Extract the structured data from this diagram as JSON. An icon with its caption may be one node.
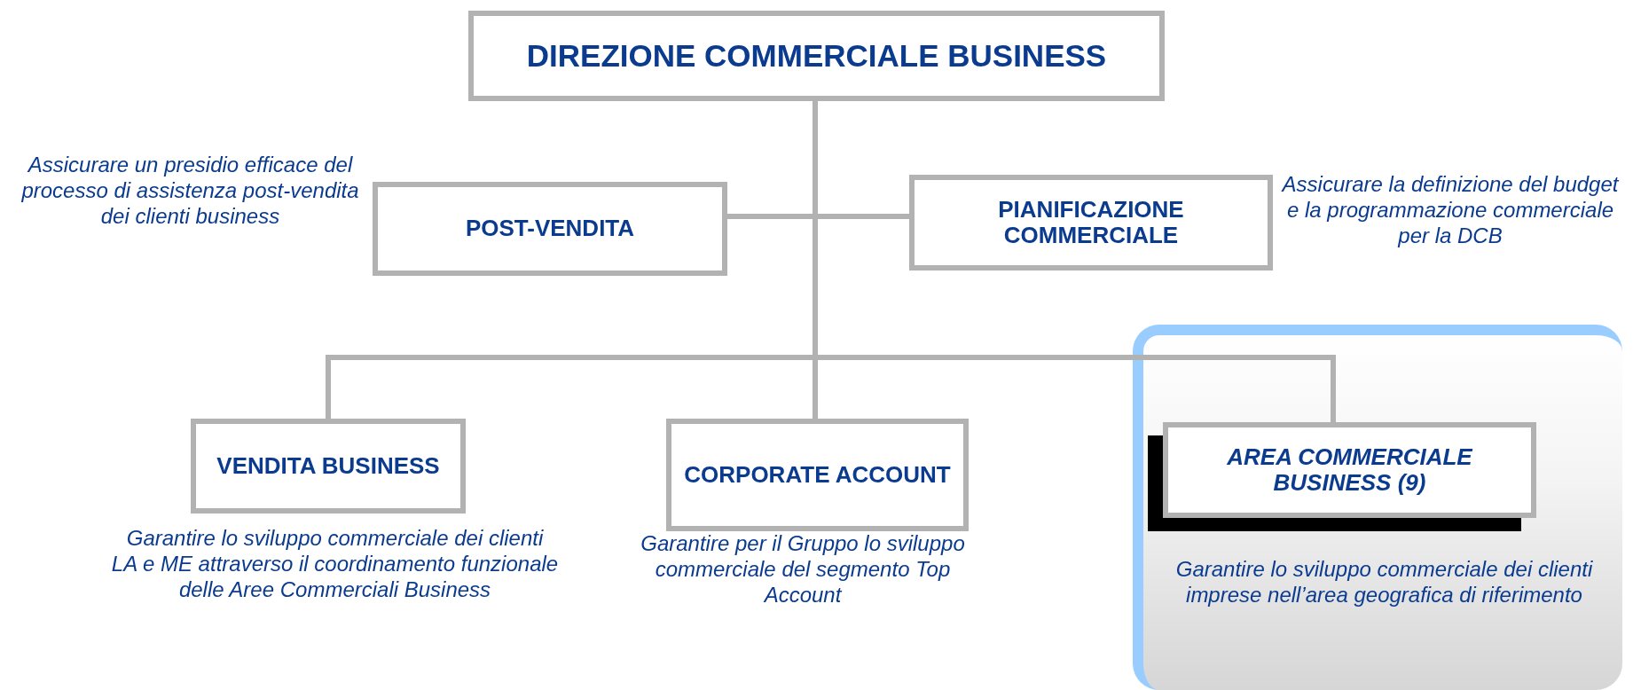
{
  "diagram": {
    "nodes": [
      {
        "text": [
          "DIREZIONE COMMERCIALE BUSINESS"
        ]
      },
      {
        "text": [
          "POST-VENDITA"
        ],
        "beside": [
          "Assicurare un presidio efficace del processo di assistenza post-vendita dei clienti business"
        ]
      },
      {
        "text": [
          "PIANIFICAZIONE COMMERCIALE"
        ],
        "beside": [
          "Assicurare la definizione del budget e la programmazione commerciale per la DCB"
        ]
      },
      {
        "text": [
          "VENDITA BUSINESS"
        ],
        "beside": [
          "Garantire lo sviluppo commerciale dei clienti LA e ME attraverso il coordinamento funzionale delle Aree Commerciali Business"
        ]
      },
      {
        "text": [
          "CORPORATE ACCOUNT"
        ],
        "beside": [
          "Garantire per il Gruppo lo sviluppo commerciale del segmento Top Account"
        ]
      },
      {
        "text": [
          "AREA COMMERCIALE BUSINESS (9)"
        ],
        "beside": [
          "Garantire lo sviluppo commerciale dei clienti imprese nell’area geografica di riferimento"
        ]
      }
    ],
    "edges": [
      {
        "from": 0,
        "to": 1,
        "arrow": "none"
      },
      {
        "from": 0,
        "to": 2,
        "arrow": "none"
      },
      {
        "from": 0,
        "to": 3,
        "arrow": "none"
      },
      {
        "from": 0,
        "to": 4,
        "arrow": "none"
      },
      {
        "from": 0,
        "to": 5,
        "arrow": "none"
      }
    ]
  }
}
